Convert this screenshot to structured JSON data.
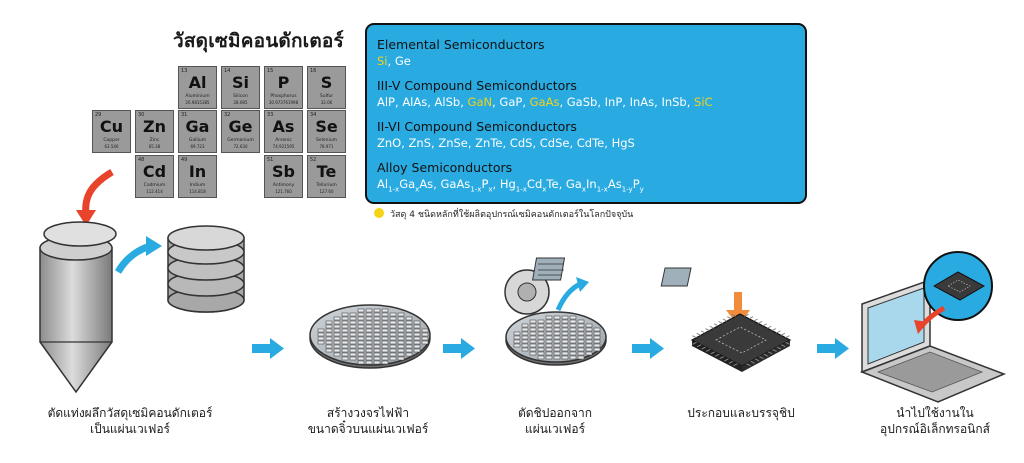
{
  "title": "วัสดุเซมิคอนดักเตอร์",
  "elements": [
    {
      "num": "13",
      "sym": "Al",
      "name": "Aluminium",
      "wt": "26.9815385"
    },
    {
      "num": "14",
      "sym": "Si",
      "name": "Silicon",
      "wt": "28.085"
    },
    {
      "num": "15",
      "sym": "P",
      "name": "Phosphorus",
      "wt": "30.973761998"
    },
    {
      "num": "16",
      "sym": "S",
      "name": "Sulfur",
      "wt": "32.06"
    },
    {
      "num": "29",
      "sym": "Cu",
      "name": "Copper",
      "wt": "63.546"
    },
    {
      "num": "30",
      "sym": "Zn",
      "name": "Zinc",
      "wt": "65.38"
    },
    {
      "num": "31",
      "sym": "Ga",
      "name": "Gallium",
      "wt": "69.723"
    },
    {
      "num": "32",
      "sym": "Ge",
      "name": "Germanium",
      "wt": "72.630"
    },
    {
      "num": "33",
      "sym": "As",
      "name": "Arsenic",
      "wt": "74.921595"
    },
    {
      "num": "34",
      "sym": "Se",
      "name": "Selenium",
      "wt": "78.971"
    },
    {
      "num": "48",
      "sym": "Cd",
      "name": "Cadmium",
      "wt": "112.414"
    },
    {
      "num": "49",
      "sym": "In",
      "name": "Indium",
      "wt": "114.818"
    },
    {
      "num": "51",
      "sym": "Sb",
      "name": "Antimony",
      "wt": "121.760"
    },
    {
      "num": "52",
      "sym": "Te",
      "name": "Tellurium",
      "wt": "127.60"
    }
  ],
  "categories": {
    "elemental_heading": "Elemental Semiconductors",
    "elemental_items": [
      "Si",
      "Ge"
    ],
    "iii_v_heading": "III-V Compound Semiconductors",
    "iii_v_items": [
      "AlP",
      "AlAs",
      "AlSb",
      "GaN",
      "GaP",
      "GaAs",
      "GaSb",
      "InP",
      "InAs",
      "InSb",
      "SiC"
    ],
    "ii_vi_heading": "II-VI Compound Semiconductors",
    "ii_vi_items": [
      "ZnO",
      "ZnS",
      "ZnSe",
      "ZnTe",
      "CdS",
      "CdSe",
      "CdTe",
      "HgS"
    ],
    "alloy_heading": "Alloy Semiconductors",
    "alloy_items": [
      "Al1-xGaxAs",
      "GaAs1-xPx",
      "Hg1-xCdxTe",
      "GaxIn1-xAs1-yPy"
    ],
    "highlighted": [
      "Si",
      "GaN",
      "GaAs",
      "SiC"
    ],
    "highlight_color": "#f2d21b",
    "box_color": "#29abe2"
  },
  "legend": "วัสดุ 4 ชนิดหลักที่ใช้ผลิตอุปกรณ์เซมิคอนดักเตอร์ในโลกปัจจุบัน",
  "steps": [
    {
      "line1": "ตัดแท่งผลึกวัสดุเซมิคอนดักเตอร์",
      "line2": "เป็นแผ่นเวเฟอร์"
    },
    {
      "line1": "สร้างวงจรไฟฟ้า",
      "line2": "ขนาดจิ๋วบนแผ่นเวเฟอร์"
    },
    {
      "line1": "ตัดชิปออกจาก",
      "line2": "แผ่นเวเฟอร์"
    },
    {
      "line1": "ประกอบและบรรจุชิป",
      "line2": ""
    },
    {
      "line1": "นำไปใช้งานใน",
      "line2": "อุปกรณ์อิเล็กทรอนิกส์"
    }
  ],
  "arrow_color": "#29abe2"
}
